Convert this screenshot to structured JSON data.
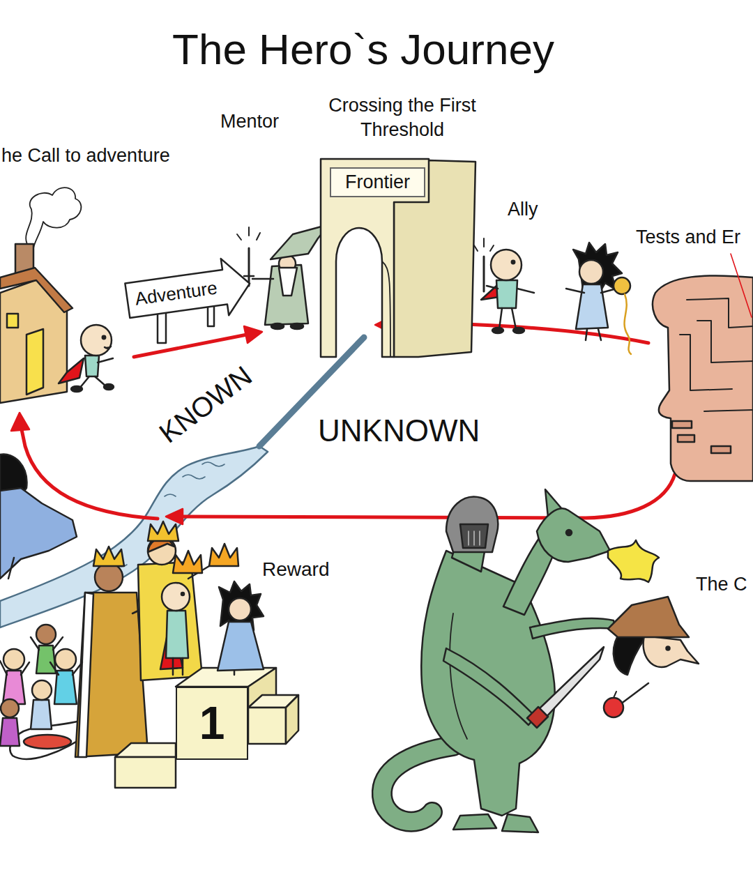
{
  "diagram": {
    "title": "The Hero`s Journey",
    "nodes": [
      {
        "text": [
          "Frontier"
        ]
      },
      {
        "text": [
          "Adventure"
        ]
      },
      {
        "text": [
          "1"
        ]
      }
    ],
    "labels": [
      "Mentor",
      "Crossing the First Threshold",
      "he Call to adventure",
      "Ally",
      "Tests and Er",
      "KNOWN",
      "UNKNOWN",
      "Reward",
      "The C"
    ]
  }
}
